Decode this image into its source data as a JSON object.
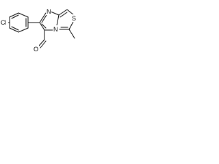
{
  "molecule": {
    "atoms": {
      "chlorine": "Cl",
      "ring_nitrogen_top": "N",
      "ring_nitrogen_bridge": "N",
      "sulfur": "S",
      "aldehyde_oxygen": "O"
    }
  },
  "colors": {
    "bond": "#000000",
    "label": "#000000",
    "background": "#ffffff"
  }
}
